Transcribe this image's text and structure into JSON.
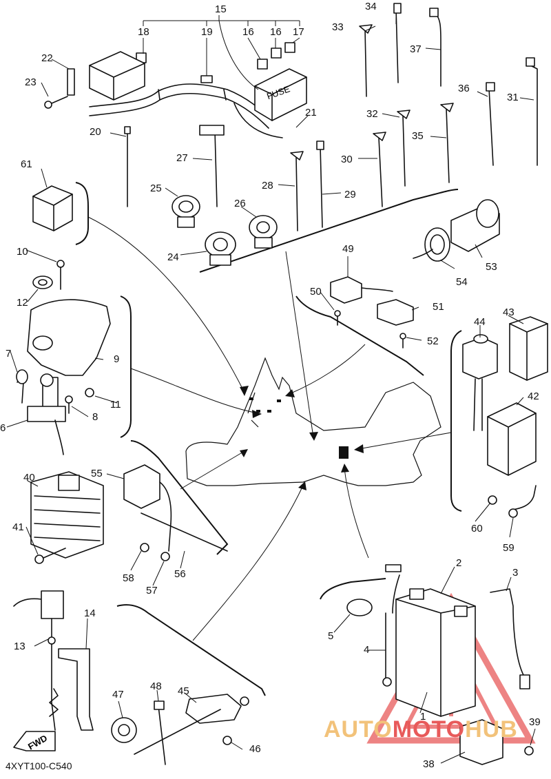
{
  "drawing_code": "4XYT100-C540",
  "fwd_label": "FWD",
  "fuse_label": "FUSE",
  "watermark": {
    "part1": "AUTO",
    "part2": "MOTO",
    "part3": "HUB"
  },
  "colors": {
    "ink": "#111111",
    "watermark_red": "#e85a5a",
    "watermark_gold": "#f2c27a"
  },
  "part_numbers": [
    "1",
    "2",
    "3",
    "4",
    "5",
    "6",
    "7",
    "8",
    "9",
    "10",
    "11",
    "12",
    "13",
    "14",
    "15",
    "16",
    "16",
    "17",
    "18",
    "19",
    "20",
    "21",
    "22",
    "23",
    "24",
    "25",
    "26",
    "27",
    "28",
    "29",
    "30",
    "31",
    "32",
    "33",
    "34",
    "35",
    "36",
    "37",
    "38",
    "39",
    "40",
    "41",
    "42",
    "43",
    "44",
    "45",
    "46",
    "47",
    "48",
    "49",
    "50",
    "51",
    "52",
    "53",
    "54",
    "55",
    "56",
    "57",
    "58",
    "59",
    "60",
    "61"
  ]
}
